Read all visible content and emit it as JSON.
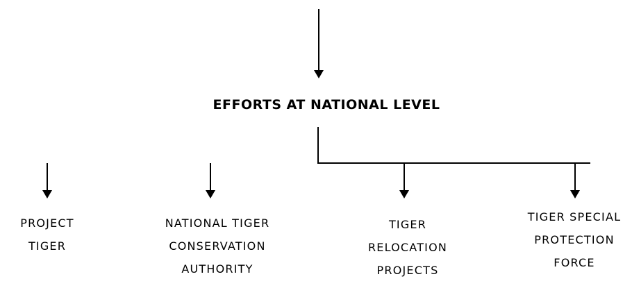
{
  "diagram": {
    "title": "EFFORTS AT NATIONAL LEVEL",
    "branches": [
      {
        "name": "project-tiger",
        "lines": [
          "PROJECT",
          "TIGER"
        ]
      },
      {
        "name": "national-tiger-conservation-authority",
        "lines": [
          "NATIONAL TIGER",
          "CONSERVATION",
          "AUTHORITY"
        ]
      },
      {
        "name": "tiger-relocation-projects",
        "lines": [
          "TIGER",
          "RELOCATION",
          "PROJECTS"
        ]
      },
      {
        "name": "tiger-special-protection-force",
        "lines": [
          "TIGER SPECIAL",
          "PROTECTION",
          "FORCE"
        ]
      }
    ],
    "colors": {
      "line": "#000000",
      "text": "#000000",
      "background": "#ffffff"
    }
  }
}
